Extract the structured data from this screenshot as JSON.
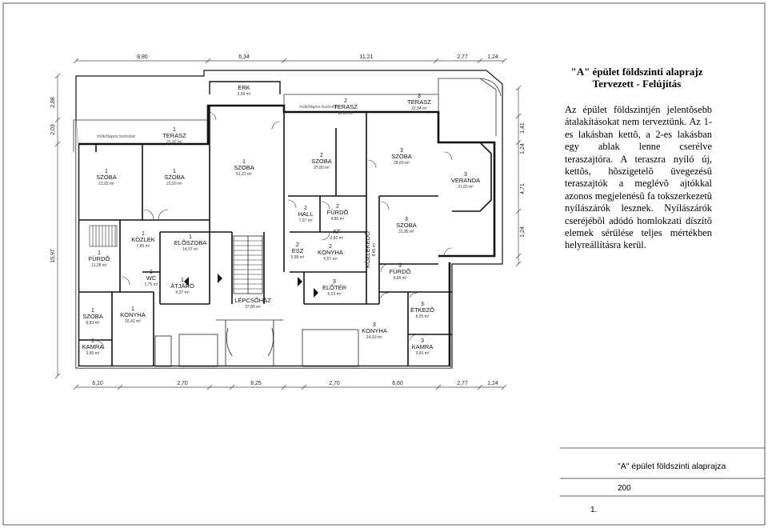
{
  "title": {
    "line1": "\"A\" épület földszinti alaprajz",
    "line2": "Tervezett - Felújítás"
  },
  "description": "Az épület földszintjén jelentõsebb átalakításokat nem terveztünk. Az 1-es lakásban kettõ, a 2-es lakásban egy ablak lenne cserélve teraszajtóra. A teraszra nyíló új, kettõs, hõszigetelõ üvegezésû teraszajtók a meglévõ ajtókkal azonos megjelenésû fa tokszerkezetû nyílászárók lesznek. Nyílászárók cseréjébõl adódó homlokzati díszítõ elemek sérülése teljes mértékben helyreállításra kerül.",
  "stamp": {
    "title": "\"A\" épület földszinti alaprajza",
    "scale": "200",
    "sheet": "1."
  },
  "dimensions": {
    "top": [
      "8,80",
      "6,34",
      "11,21",
      "2,77",
      "1,24"
    ],
    "bottom": [
      "6,10",
      "2,70",
      "8,25",
      "2,70",
      "6,60",
      "2,77",
      "1,24"
    ],
    "left": [
      "2,88",
      "2,03",
      "15,97"
    ],
    "right": [
      "1,41",
      "1,24",
      "4,71",
      "1,24"
    ]
  },
  "rooms": [
    {
      "num": "",
      "name": "ERK",
      "area": "3,99 m²"
    },
    {
      "num": "1",
      "name": "TERASZ",
      "area": "21,47 m²"
    },
    {
      "num": "2",
      "name": "TERASZ",
      "area": "12,26 m²"
    },
    {
      "num": "3",
      "name": "TERASZ",
      "area": "22,94 m²"
    },
    {
      "num": "1",
      "name": "SZOBA",
      "area": "21,92 m²"
    },
    {
      "num": "1",
      "name": "SZOBA",
      "area": "21,50 m²"
    },
    {
      "num": "1",
      "name": "SZOBA",
      "area": "51,22 m²"
    },
    {
      "num": "2",
      "name": "SZOBA",
      "area": "27,80 m²"
    },
    {
      "num": "3",
      "name": "SZOBA",
      "area": "28,60 m²"
    },
    {
      "num": "3",
      "name": "VERANDA",
      "area": "21,60 m²"
    },
    {
      "num": "1",
      "name": "KÖZLEK",
      "area": "7,85 m²"
    },
    {
      "num": "1",
      "name": "ELÕSZOBA",
      "area": "14,57 m²"
    },
    {
      "num": "2",
      "name": "HALL",
      "area": "7,07 m²"
    },
    {
      "num": "2",
      "name": "FÜRDÕ",
      "area": "4,86 m²"
    },
    {
      "num": "",
      "name": "KÖZLEKEDÕ",
      "area": "8,65 m²"
    },
    {
      "num": "3",
      "name": "SZOBA",
      "area": "21,85 m²"
    },
    {
      "num": "",
      "name": "KF",
      "area": "0,82 m²"
    },
    {
      "num": "2",
      "name": "ESZ",
      "area": "3,98 m²"
    },
    {
      "num": "2",
      "name": "KONYHA",
      "area": "5,57 m²"
    },
    {
      "num": "1",
      "name": "FÜRDÕ",
      "area": "11,28 m²"
    },
    {
      "num": "1",
      "name": "WC",
      "area": "1,75 m²"
    },
    {
      "num": "1",
      "name": "ÁTJÁRÓ",
      "area": "5,37 m²"
    },
    {
      "num": "3",
      "name": "FÜRDÕ",
      "area": "9,99 m²"
    },
    {
      "num": "3",
      "name": "ELÕTÉR",
      "area": "5,23 m²"
    },
    {
      "num": "",
      "name": "LÉPCSÕHÁZ",
      "area": "37,89 m²"
    },
    {
      "num": "1",
      "name": "SZOBA",
      "area": "8,83 m²"
    },
    {
      "num": "1",
      "name": "KONYHA",
      "area": "16,41 m²"
    },
    {
      "num": "3",
      "name": "ÉTKEZÕ",
      "area": "8,25 m²"
    },
    {
      "num": "3",
      "name": "KONYHA",
      "area": "14,63 m²"
    },
    {
      "num": "1",
      "name": "KAMRA",
      "area": "3,90 m²"
    },
    {
      "num": "3",
      "name": "KAMRA",
      "area": "3,65 m²"
    }
  ],
  "notes": [
    "műkőlapos burkolat",
    "műkőlapos burkolat"
  ]
}
